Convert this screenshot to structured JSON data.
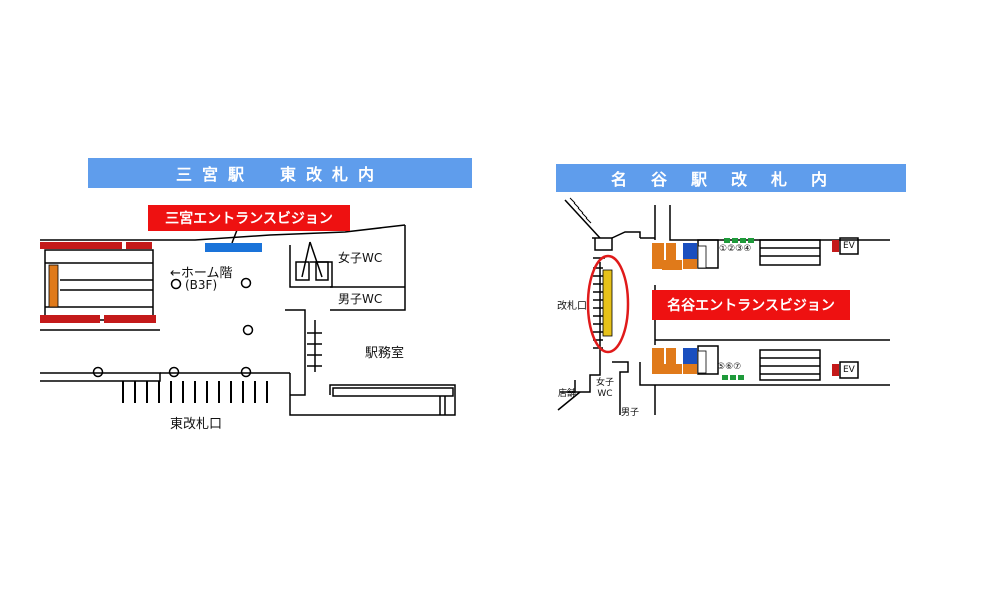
{
  "left_map": {
    "banner": "三宮駅　東改札内",
    "vision_label": "三宮エントランスビジョン",
    "home_floor": "←ホーム階",
    "b3f": "(B3F)",
    "women_wc": "女子WC",
    "men_wc": "男子WC",
    "office": "駅務室",
    "gate": "東改札口"
  },
  "right_map": {
    "banner": "名谷駅改札内",
    "vision_label": "名谷エントランスビジョン",
    "gate": "改札口",
    "shop": "店舗",
    "women_wc": "女子\nWC",
    "men": "男子",
    "locker_top": "①②③④",
    "locker_bottom": "⑤⑥⑦",
    "ev_top": "EV",
    "ev_bottom": "EV"
  },
  "colors": {
    "banner": "#5f9dec",
    "label_red": "#ee1111",
    "highlight_blue": "#1a73d9",
    "bench_red": "#c41a1a",
    "escalator_orange": "#e07a1a",
    "vision_yellow": "#e7c21a",
    "locker_green": "#1e9a3a"
  }
}
